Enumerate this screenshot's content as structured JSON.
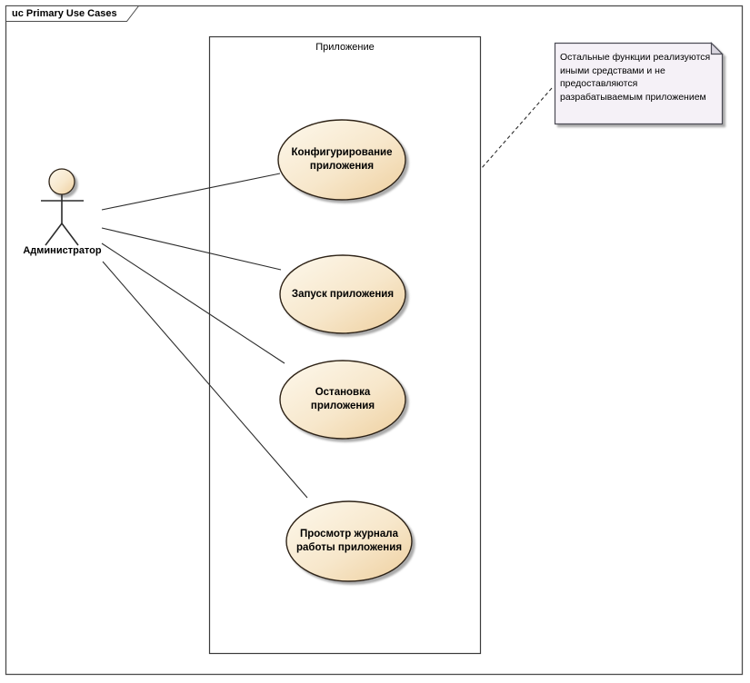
{
  "frame": {
    "label": "uc Primary Use Cases"
  },
  "system_boundary": {
    "label": "Приложение"
  },
  "actor": {
    "label": "Администратор"
  },
  "use_cases": [
    {
      "label": "Конфигурирование\nприложения"
    },
    {
      "label": "Запуск приложения"
    },
    {
      "label": "Остановка\nприложения"
    },
    {
      "label": "Просмотр журнала\nработы приложения"
    }
  ],
  "note": {
    "text": "Остальные функции реализуются\nиными средствами и не\nпредоставляются\nразрабатываемым приложением"
  },
  "colors": {
    "ellipse_fill_light": "#fdf8ec",
    "ellipse_fill_dark": "#eecf9e",
    "ellipse_stroke": "#2e2417",
    "note_fill": "#f5f1f7",
    "note_fold": "#d9d5df",
    "note_stroke": "#4c4c55",
    "line_color": "#2b2b2b",
    "boundary_stroke": "#3b3b3b",
    "frame_stroke": "#4d4d4d"
  }
}
